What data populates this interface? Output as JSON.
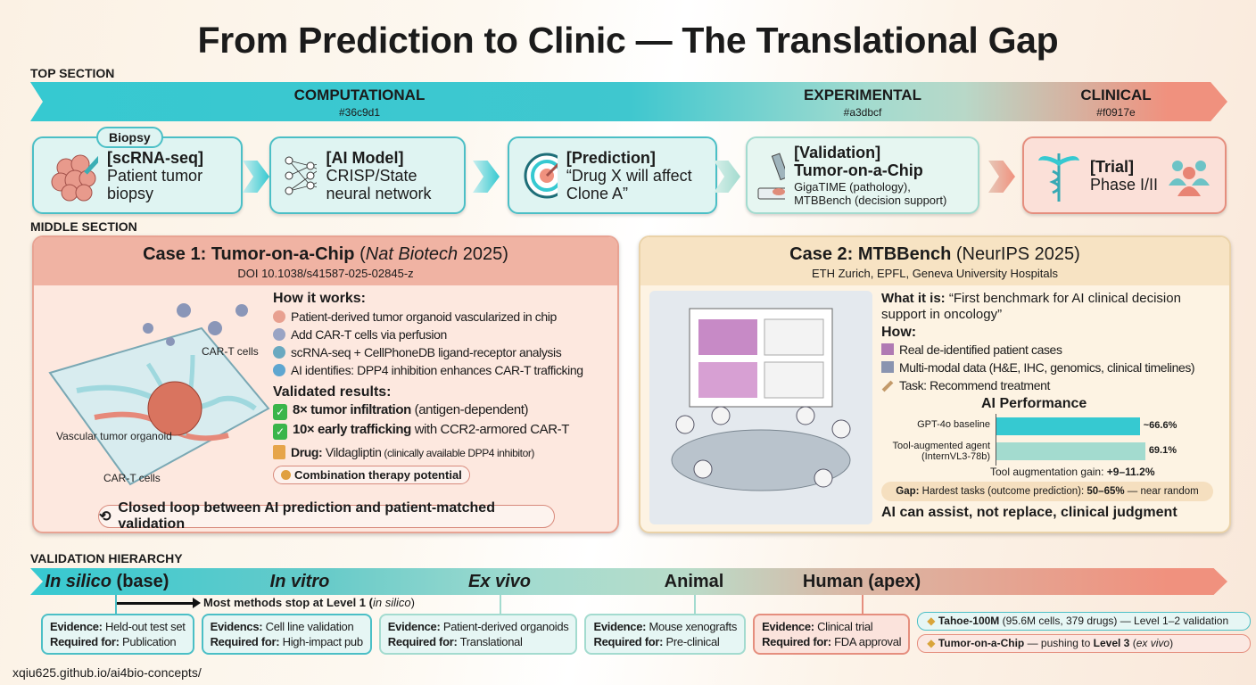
{
  "title": "From Prediction to Clinic — The Translational Gap",
  "colors": {
    "computational": "#36c9d1",
    "experimental": "#a3dbcf",
    "clinical": "#f0917e"
  },
  "top": {
    "label": "TOP SECTION",
    "phases": [
      {
        "name": "COMPUTATIONAL",
        "hex": "#36c9d1"
      },
      {
        "name": "EXPERIMENTAL",
        "hex": "#a3dbcf"
      },
      {
        "name": "CLINICAL",
        "hex": "#f0917e"
      }
    ],
    "steps": [
      {
        "badge": "Biopsy",
        "title": "[scRNA-seq]",
        "text": "Patient tumor biopsy",
        "icon": "tumor-cells-icon"
      },
      {
        "title": "[AI Model]",
        "text": "CRISP/State neural network",
        "icon": "neural-network-icon"
      },
      {
        "title": "[Prediction]",
        "text": "“Drug X will affect Clone A”",
        "icon": "target-icon"
      },
      {
        "title": "[Validation]",
        "subtitle": "Tumor-on-a-Chip",
        "text": "GigaTIME (pathology), MTBBench (decision support)",
        "icon": "microscope-icon"
      },
      {
        "title": "[Trial]",
        "text": "Phase I/II",
        "icon": "caduceus-icon"
      }
    ]
  },
  "middle": {
    "label": "MIDDLE SECTION",
    "case1": {
      "title": "Case 1: Tumor-on-a-Chip",
      "venue_journal": "Nat Biotech",
      "venue_year": "2025",
      "doi": "DOI 10.1038/s41587-025-02845-z",
      "figure_labels": [
        "CAR-T cells",
        "Vascular tumor organoid",
        "CAR-T cells"
      ],
      "how_title": "How it works:",
      "how": [
        "Patient-derived tumor organoid vascularized in chip",
        "Add CAR-T cells via perfusion",
        "scRNA-seq + CellPhoneDB ligand-receptor analysis",
        "AI identifies: DPP4 inhibition enhances CAR-T trafficking"
      ],
      "results_title": "Validated results:",
      "results": [
        {
          "bold": "8× tumor infiltration",
          "rest": " (antigen-dependent)"
        },
        {
          "bold": "10× early trafficking",
          "rest": " with CCR2-armored CAR-T"
        }
      ],
      "drug_label": "Drug:",
      "drug": " Vildagliptin",
      "drug_note": " (clinically available DPP4 inhibitor)",
      "badge": "Combination therapy potential",
      "loop": "Closed loop between AI prediction and patient-matched validation"
    },
    "case2": {
      "title": "Case 2: MTBBench",
      "venue": "(NeurIPS 2025)",
      "affiliations": "ETH Zurich, EPFL, Geneva University Hospitals",
      "what_label": "What it is:",
      "what": " “First benchmark for AI clinical decision support in oncology”",
      "how_title": "How:",
      "how": [
        "Real de-identified patient cases",
        "Multi-modal data (H&E, IHC, genomics, clinical timelines)",
        "Task: Recommend treatment"
      ],
      "chart_title": "AI Performance",
      "bars": [
        {
          "label": "GPT-4o baseline",
          "value": 66.6,
          "display": "~66.6%",
          "color": "#36c9d1"
        },
        {
          "label": "Tool-augmented agent (InternVL3-78b)",
          "value": 69.1,
          "display": "69.1%",
          "color": "#a3dbcf"
        }
      ],
      "gain_label": "Tool augmentation gain: ",
      "gain": "+9–11.2%",
      "gap_label": "Gap:",
      "gap_text": " Hardest tasks (outcome prediction): ",
      "gap_value": "50–65%",
      "gap_tail": " — near random",
      "conclusion": "AI can assist, not replace, clinical judgment"
    }
  },
  "hierarchy": {
    "label": "VALIDATION HIERARCHY",
    "note": "Most methods stop at Level 1",
    "note_paren": "in silico",
    "levels": [
      {
        "name": "In silico",
        "suffix": " (base)",
        "evidence": "Held-out test set",
        "required": "Publication",
        "ev_label": "Evidence:"
      },
      {
        "name": "In vitro",
        "evidence": "Cell line validation",
        "required": "High-impact pub",
        "ev_label": "Evidencs:"
      },
      {
        "name": "Ex vivo",
        "evidence": "Patient-derived organoids",
        "required": "Translational",
        "ev_label": "Evidence:"
      },
      {
        "name": "Animal",
        "evidence": "Mouse xenografts",
        "required": "Pre-clinical",
        "ev_label": "Evidence:"
      },
      {
        "name": "Human (apex)",
        "evidence": "Clinical trial",
        "required": "FDA approval",
        "ev_label": "Evidence:"
      }
    ],
    "req_label": "Required for:",
    "tags": [
      {
        "bold": "Tahoe-100M",
        "rest": " (95.6M cells, 379 drugs) — Level 1–2 validation"
      },
      {
        "bold": "Tumor-on-a-Chip",
        "rest": " — pushing to ",
        "bold2": "Level 3",
        "paren": "ex vivo"
      }
    ]
  },
  "footer": "xqiu625.github.io/ai4bio-concepts/"
}
